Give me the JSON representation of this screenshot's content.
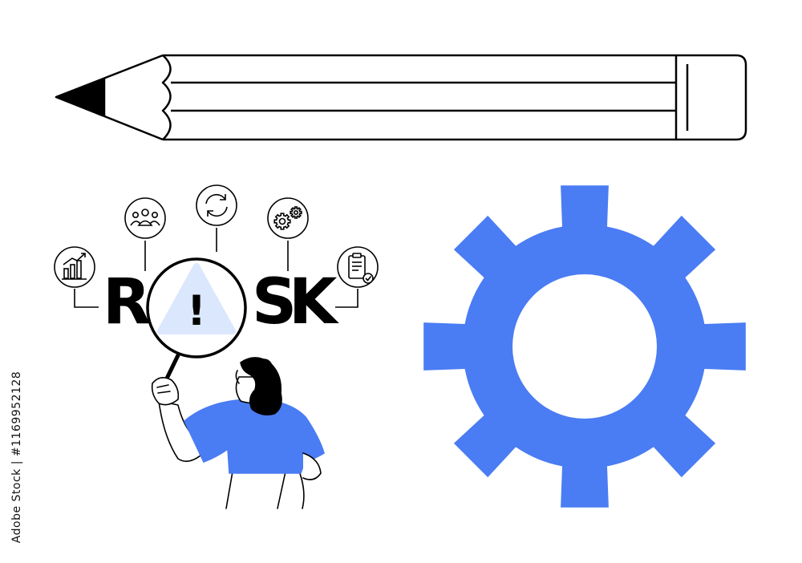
{
  "illustration": {
    "risk_letters": [
      "R",
      "S",
      "K"
    ],
    "magnifier_symbol": "!",
    "stock_id": "Adobe Stock | #1169952128"
  },
  "icons": {
    "pencil": "pencil-icon",
    "gear": "gear-icon",
    "magnifier": "magnifying-glass-icon",
    "warning": "warning-triangle-icon",
    "chart": "bar-chart-icon",
    "team": "team-icon",
    "refresh": "refresh-icon",
    "settings": "gears-icon",
    "clipboard": "clipboard-check-icon"
  },
  "colors": {
    "accent_blue": "#4a7cf3",
    "light_blue": "#dbe7fc",
    "ink": "#000000",
    "background": "#ffffff"
  }
}
